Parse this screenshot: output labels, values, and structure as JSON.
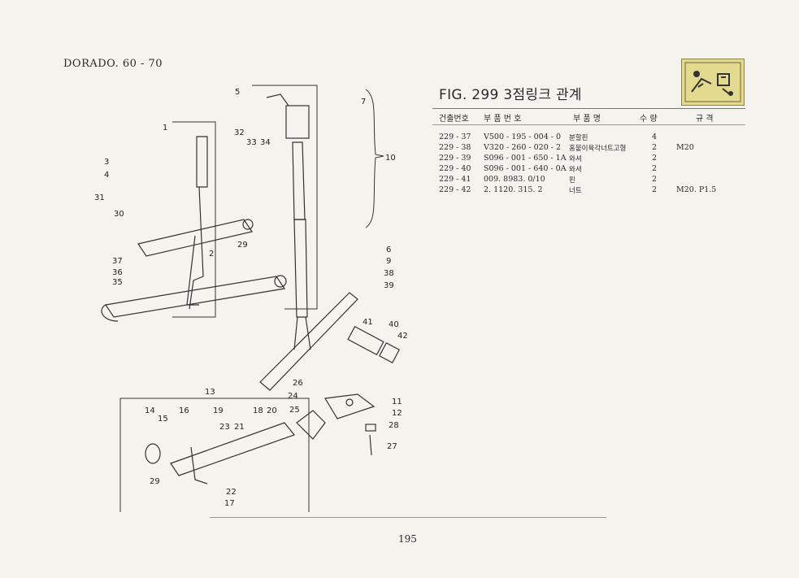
{
  "header": {
    "model": "DORADO. 60 - 70"
  },
  "figure": {
    "title": "FIG. 299 3점링크 관계"
  },
  "table": {
    "columns": [
      "건출번호",
      "부 품 번 호",
      "부 품 명",
      "수 량",
      "규 격"
    ],
    "rows": [
      {
        "no": "229 - 37",
        "part": "V500 - 195 - 004 - 0",
        "name": "분할핀",
        "qty": "4",
        "spec": ""
      },
      {
        "no": "229 - 38",
        "part": "V320 - 260 - 020 - 2",
        "name": "홈붙이육각너트고형",
        "qty": "2",
        "spec": "M20"
      },
      {
        "no": "229 - 39",
        "part": "S096 - 001 - 650 - 1A",
        "name": "와셔",
        "qty": "2",
        "spec": ""
      },
      {
        "no": "229 - 40",
        "part": "S096 - 001 - 640 - 0A",
        "name": "와셔",
        "qty": "2",
        "spec": ""
      },
      {
        "no": "229 - 41",
        "part": "009. 8983. 0/10",
        "name": "핀",
        "qty": "2",
        "spec": ""
      },
      {
        "no": "229 - 42",
        "part": "2. 1120. 315. 2",
        "name": "너트",
        "qty": "2",
        "spec": "M20. P1.5"
      }
    ]
  },
  "callouts": [
    "1",
    "2",
    "3",
    "4",
    "5",
    "6",
    "7",
    "9",
    "10",
    "11",
    "12",
    "13",
    "14",
    "15",
    "16",
    "17",
    "18",
    "19",
    "20",
    "21",
    "22",
    "23",
    "24",
    "25",
    "26",
    "27",
    "28",
    "29",
    "29",
    "30",
    "31",
    "32",
    "33",
    "34",
    "35",
    "36",
    "37",
    "38",
    "39",
    "40",
    "41",
    "42"
  ],
  "footer": {
    "page_number": "195"
  },
  "colors": {
    "thumbnail_bg": "#e3d98f",
    "paper": "#f4f3ee",
    "ink": "#2a2a2a"
  }
}
